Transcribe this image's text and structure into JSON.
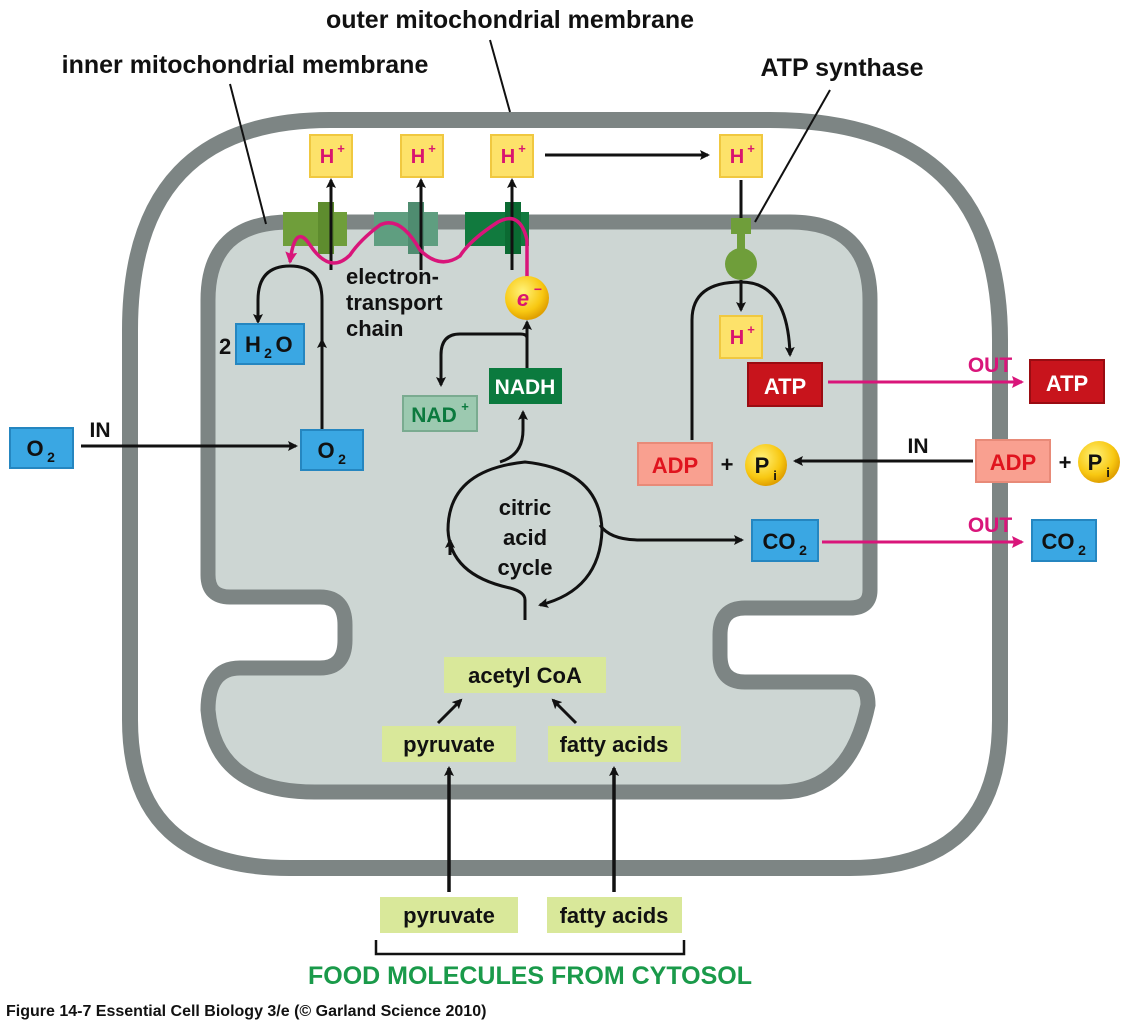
{
  "labels": {
    "outer_membrane": "outer mitochondrial membrane",
    "inner_membrane": "inner mitochondrial membrane",
    "atp_synthase": "ATP synthase",
    "etc_line1": "electron-",
    "etc_line2": "transport",
    "etc_line3": "chain",
    "cycle_line1": "citric",
    "cycle_line2": "acid",
    "cycle_line3": "cycle",
    "in_o2": "IN",
    "in_adp": "IN",
    "out_atp": "OUT",
    "out_co2": "OUT",
    "food_title": "FOOD MOLECULES FROM CYTOSOL",
    "caption": "Figure 14-7  Essential Cell Biology 3/e (© Garland Science 2010)",
    "two": "2",
    "plus": "+"
  },
  "molecules": {
    "h_plus": "H",
    "h_plus_sup": "+",
    "electron": "e",
    "electron_sup": "−",
    "o2": "O",
    "o2_sub": "2",
    "h2o_h": "H",
    "h2o_sub": "2",
    "h2o_o": "O",
    "nadh": "NADH",
    "nad": "NAD",
    "nad_sup": "+",
    "atp": "ATP",
    "adp": "ADP",
    "pi": "P",
    "pi_sub": "i",
    "co2": "CO",
    "co2_sub": "2",
    "acetyl_coa": "acetyl CoA",
    "pyruvate": "pyruvate",
    "fatty_acids": "fatty acids"
  },
  "colors": {
    "membrane": "#7d8584",
    "matrix": "#cdd6d3",
    "h_box": "#fde26a",
    "h_text": "#d9156f",
    "blue_box": "#3aa7e3",
    "green_dark": "#0b7a3e",
    "green_light": "#9cc9b0",
    "red_box": "#c8141c",
    "salmon_box": "#f9a090",
    "salmon_text": "#e0141e",
    "yellow_green_box": "#d9e89a",
    "magenta": "#d9157a",
    "food_green": "#1a9a4a"
  }
}
